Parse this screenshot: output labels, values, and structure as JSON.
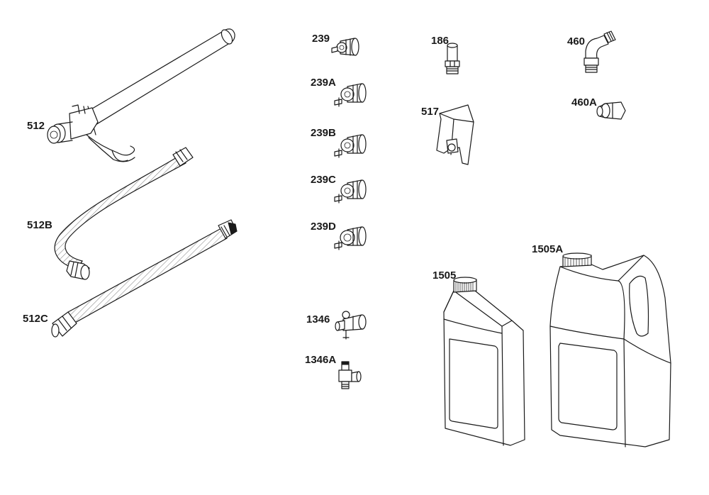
{
  "parts": [
    {
      "id": "512",
      "label": "512"
    },
    {
      "id": "512B",
      "label": "512B"
    },
    {
      "id": "512C",
      "label": "512C"
    },
    {
      "id": "239",
      "label": "239"
    },
    {
      "id": "239A",
      "label": "239A"
    },
    {
      "id": "239B",
      "label": "239B"
    },
    {
      "id": "239C",
      "label": "239C"
    },
    {
      "id": "239D",
      "label": "239D"
    },
    {
      "id": "1346",
      "label": "1346"
    },
    {
      "id": "1346A",
      "label": "1346A"
    },
    {
      "id": "186",
      "label": "186"
    },
    {
      "id": "517",
      "label": "517"
    },
    {
      "id": "460",
      "label": "460"
    },
    {
      "id": "460A",
      "label": "460A"
    },
    {
      "id": "1505",
      "label": "1505"
    },
    {
      "id": "1505A",
      "label": "1505A"
    }
  ]
}
